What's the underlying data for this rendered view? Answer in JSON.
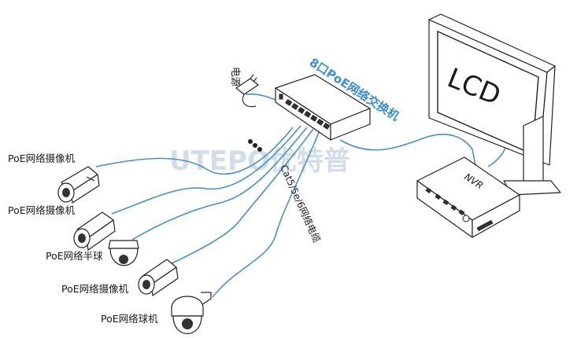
{
  "switch": {
    "title": "8口PoE网络交换机"
  },
  "power": {
    "label": "电源"
  },
  "cable": {
    "label": "Cat5/5e/6网络电缆"
  },
  "monitor": {
    "label": "LCD"
  },
  "nvr": {
    "label": "NVR"
  },
  "watermark": {
    "text": "UTEPO优特普"
  },
  "devices": [
    {
      "label": "PoE网络摄像机"
    },
    {
      "label": "PoE网络摄像机"
    },
    {
      "label": "PoE网络半球"
    },
    {
      "label": "PoE网络摄像机"
    },
    {
      "label": "PoE网络球机"
    }
  ],
  "colors": {
    "cable": "#4b8fc4",
    "title": "#3a8fd0",
    "watermark": "#c9d9e6"
  }
}
